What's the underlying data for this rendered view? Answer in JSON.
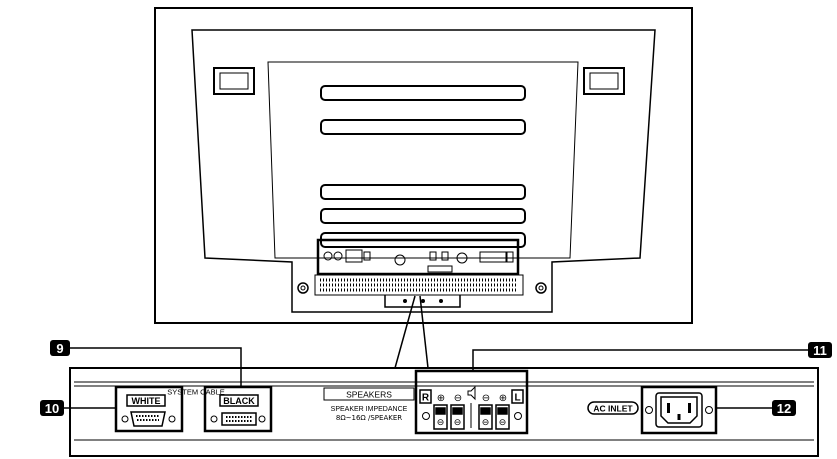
{
  "callouts": {
    "c9": "9",
    "c10": "10",
    "c11": "11",
    "c12": "12"
  },
  "panel": {
    "system_cable": "SYSTEM CABLE",
    "white": "WHITE",
    "black": "BLACK",
    "speakers_title": "SPEAKERS",
    "speaker_impedance": "SPEAKER IMPEDANCE",
    "impedance_value": "8Ω~16Ω /SPEAKER",
    "right": "R",
    "left": "L",
    "plus": "⊕",
    "minus": "⊖",
    "ac_inlet": "AC INLET"
  },
  "colors": {
    "line": "#000000",
    "background": "#ffffff"
  }
}
